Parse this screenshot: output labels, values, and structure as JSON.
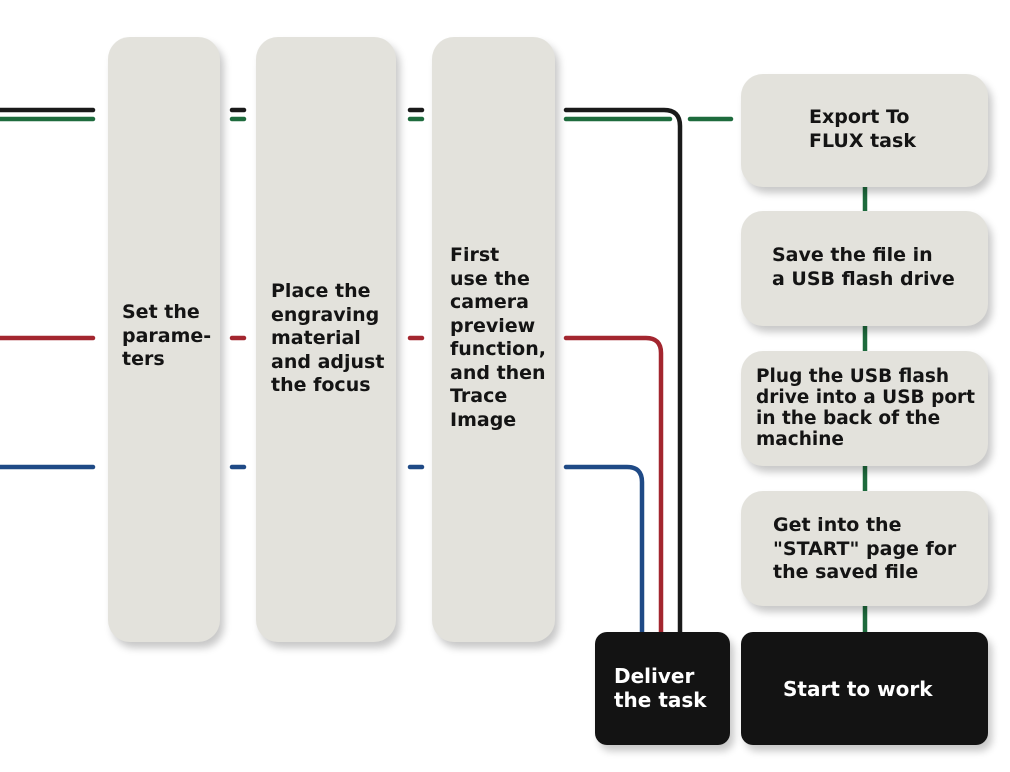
{
  "colors": {
    "box_fill": "#e3e2dc",
    "box_dark": "#131313",
    "black_line": "#1a1a1a",
    "green_line": "#1e6b3d",
    "red_line": "#a3262f",
    "blue_line": "#1f4a86",
    "connector": "#1e6b3d"
  },
  "columns": [
    {
      "id": "set-parameters",
      "text": "Set the\nparame-\nters"
    },
    {
      "id": "place-material",
      "text": "Place the\nengraving\nmaterial\nand adjust\nthe focus"
    },
    {
      "id": "camera-preview",
      "text": "First\nuse the\ncamera\npreview\nfunction,\nand then\nTrace\nImage"
    }
  ],
  "deliver": {
    "text": "Deliver\nthe task"
  },
  "steps": [
    {
      "id": "export",
      "text": "Export To\nFLUX task"
    },
    {
      "id": "save-usb",
      "text": "Save the file in\na USB flash drive"
    },
    {
      "id": "plug-usb",
      "text": "Plug the USB flash\ndrive into a USB port\nin the back of the\nmachine"
    },
    {
      "id": "start-page",
      "text": "Get into the\n\"START\" page for\nthe saved file"
    }
  ],
  "final": {
    "text": "Start to work"
  }
}
